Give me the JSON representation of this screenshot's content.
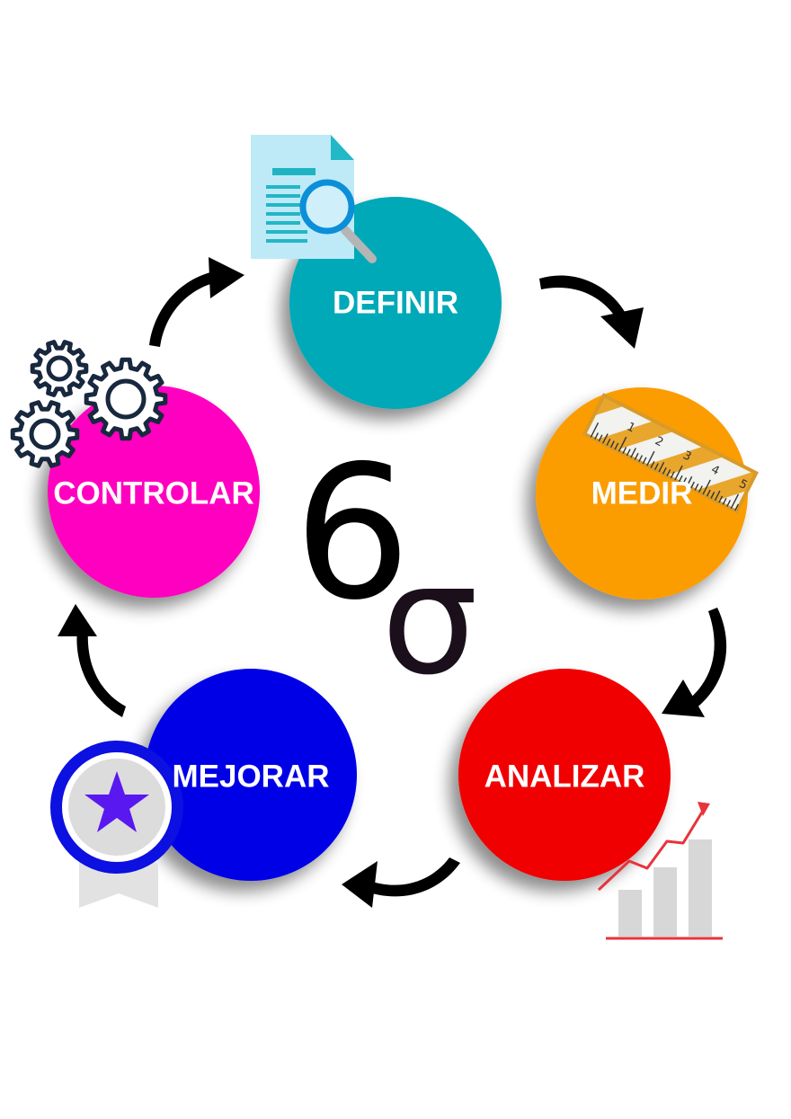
{
  "center": {
    "digit": "6",
    "symbol": "σ"
  },
  "stages": [
    {
      "key": "definir",
      "label": "DEFINIR",
      "color": "#00a9b8",
      "icon": "document-search-icon"
    },
    {
      "key": "medir",
      "label": "MEDIR",
      "color": "#fb9d04",
      "icon": "ruler-icon"
    },
    {
      "key": "analizar",
      "label": "ANALIZAR",
      "color": "#f00000",
      "icon": "growth-chart-icon"
    },
    {
      "key": "mejorar",
      "label": "MEJORAR",
      "color": "#0500e6",
      "icon": "star-badge-icon"
    },
    {
      "key": "controlar",
      "label": "CONTROLAR",
      "color": "#ff05c0",
      "icon": "gears-icon"
    }
  ],
  "ruler_numbers": [
    "1",
    "2",
    "3",
    "4",
    "5"
  ],
  "colors": {
    "arrow": "#000000",
    "shadow": "#8a8a8a"
  }
}
